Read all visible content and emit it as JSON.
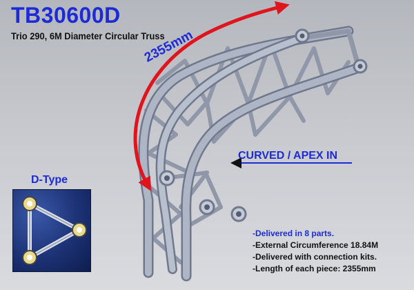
{
  "product": {
    "code": "TB30600D",
    "subtitle": "Trio 290, 6M Diameter Circular Truss"
  },
  "dimension": {
    "label": "2355mm"
  },
  "callout": {
    "label": "CURVED / APEX IN"
  },
  "cross_section": {
    "label": "D-Type"
  },
  "specs": [
    "-Delivered in 8 parts.",
    "-External Circumference 18.84M",
    "-Delivered with connection kits.",
    "-Length of each piece: 2355mm"
  ],
  "colors": {
    "title_blue": "#1c2bd6",
    "arrow_red": "#e0141c",
    "truss_metal": "#9ea6b8",
    "panel_navy": "#1c3275"
  }
}
